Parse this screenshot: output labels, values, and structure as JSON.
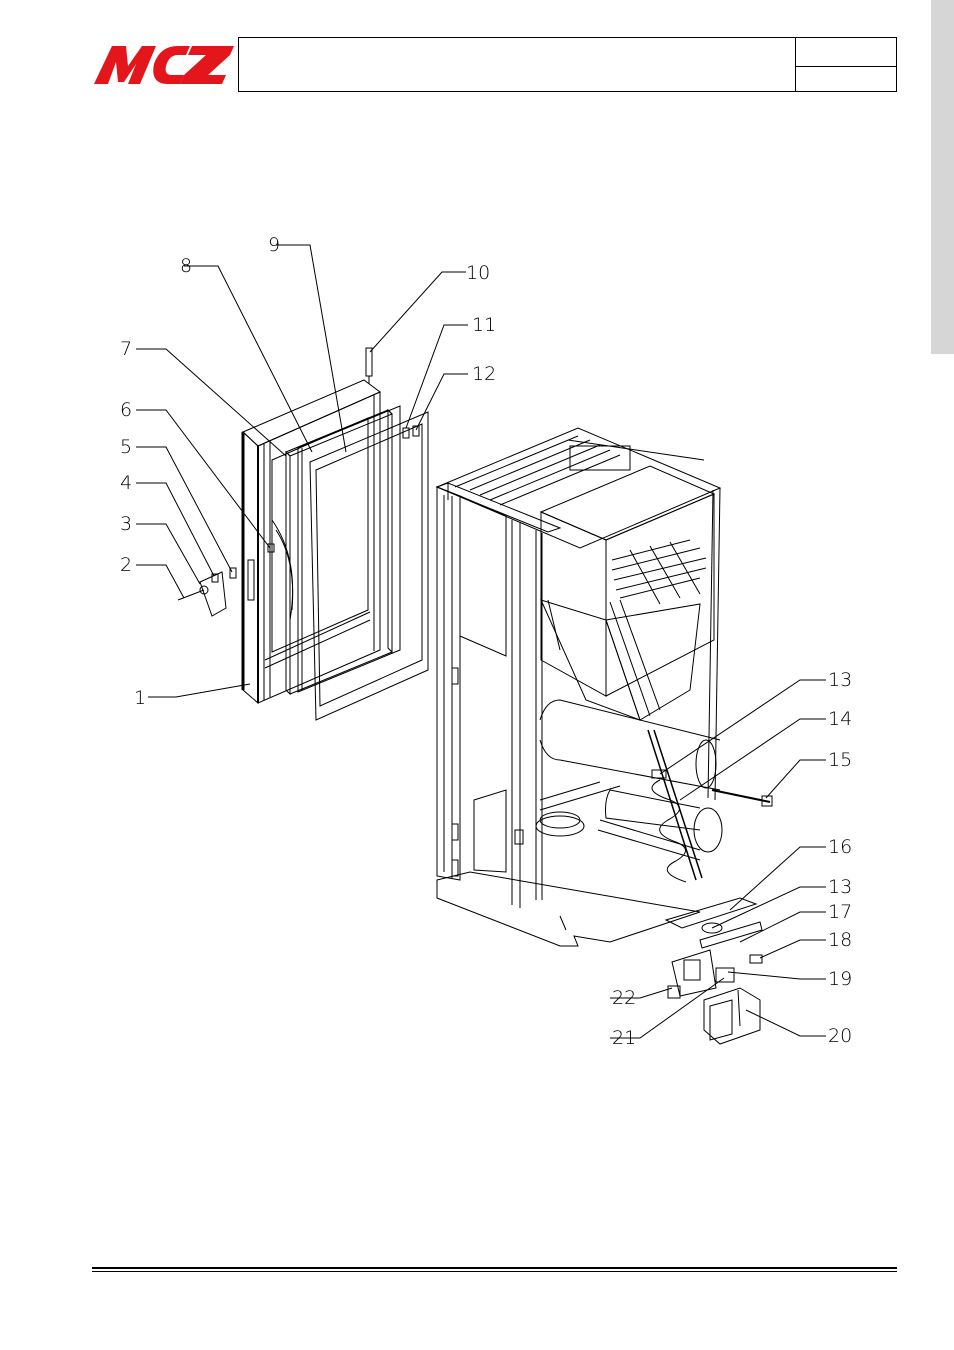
{
  "header": {
    "logo_text": "MCZ",
    "logo_color": "#e3161c",
    "title": "",
    "code": "",
    "page": ""
  },
  "diagram": {
    "callouts": [
      "1",
      "2",
      "3",
      "4",
      "5",
      "6",
      "7",
      "8",
      "9",
      "10",
      "11",
      "12",
      "13",
      "14",
      "15",
      "16",
      "13",
      "17",
      "18",
      "19",
      "20",
      "21",
      "22"
    ]
  },
  "colors": {
    "line": "#000000",
    "side_tab": "#d6d6d6"
  }
}
